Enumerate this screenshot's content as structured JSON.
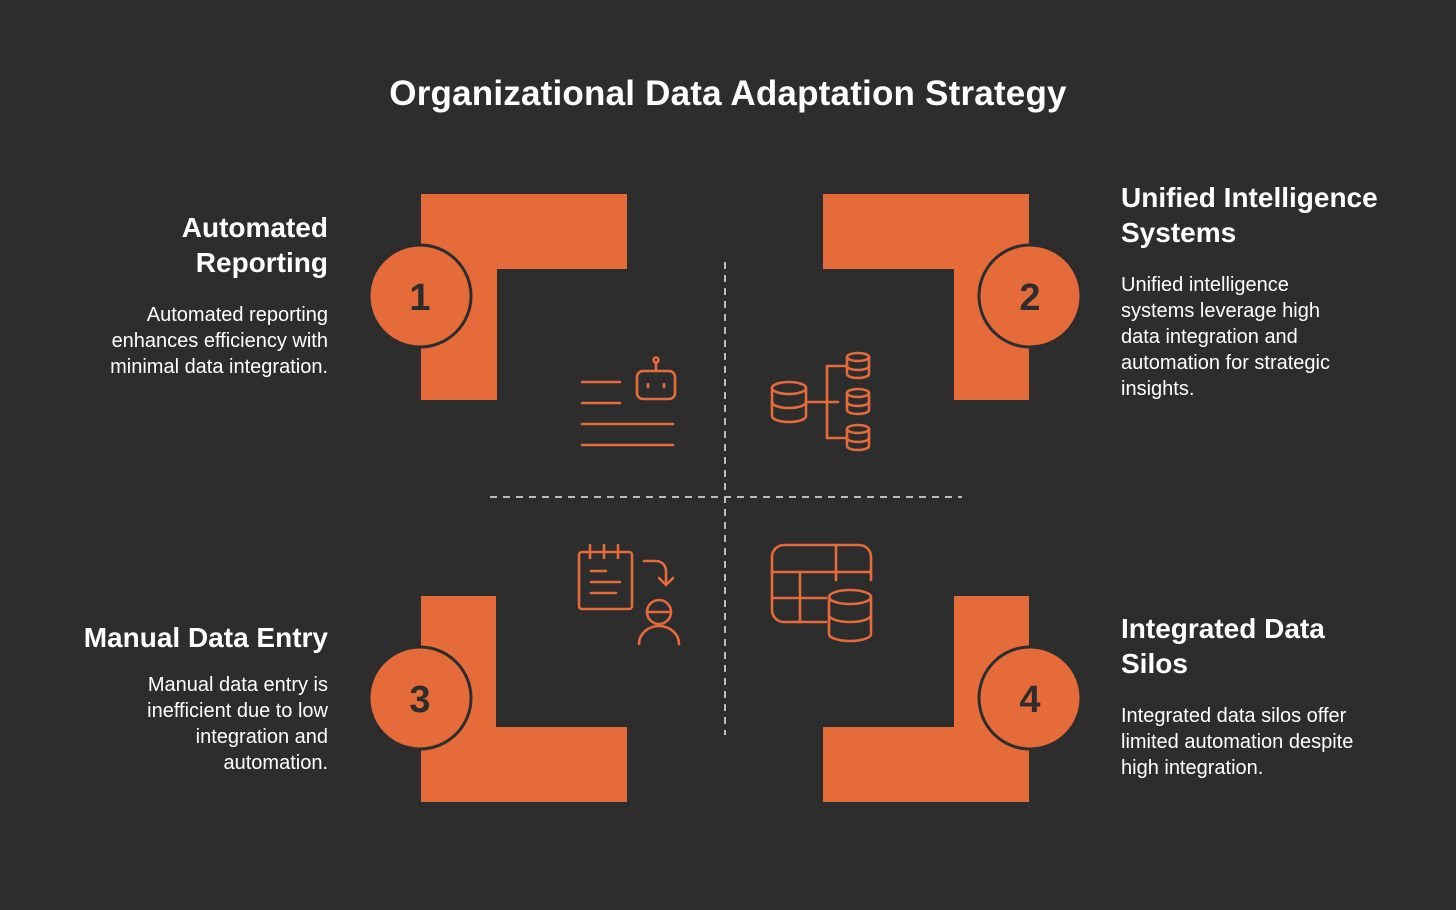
{
  "title": "Organizational Data Adaptation Strategy",
  "colors": {
    "background": "#2d2d2d",
    "accent": "#e56b3b",
    "text": "#ffffff",
    "divider": "#bdbdbd"
  },
  "quadrants": [
    {
      "number": "1",
      "heading_line1": "Automated",
      "heading_line2": "Reporting",
      "desc_line1": "Automated reporting",
      "desc_line2": "enhances efficiency with",
      "desc_line3": "minimal data integration.",
      "icon": "robot-report-icon"
    },
    {
      "number": "2",
      "heading_line1": "Unified Intelligence",
      "heading_line2": "Systems",
      "desc_line1": "Unified intelligence",
      "desc_line2": "systems leverage high",
      "desc_line3": "data integration and",
      "desc_line4": "automation for strategic",
      "desc_line5": "insights.",
      "icon": "database-network-icon"
    },
    {
      "number": "3",
      "heading_line1": "Manual Data Entry",
      "desc_line1": "Manual data entry is",
      "desc_line2": "inefficient due to low",
      "desc_line3": "integration and",
      "desc_line4": "automation.",
      "icon": "clipboard-person-icon"
    },
    {
      "number": "4",
      "heading_line1": "Integrated Data",
      "heading_line2": "Silos",
      "desc_line1": "Integrated data silos offer",
      "desc_line2": "limited automation despite",
      "desc_line3": "high integration.",
      "icon": "table-database-icon"
    }
  ]
}
